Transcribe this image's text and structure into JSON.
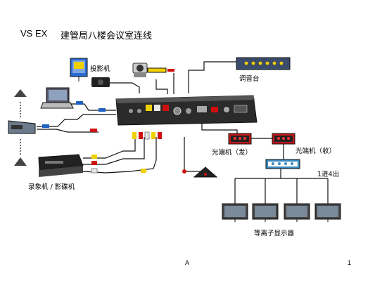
{
  "header": {
    "model": "VS EX",
    "title": "建管局八楼会议室连线"
  },
  "labels": {
    "projector": "投影机",
    "mixer": "调音台",
    "fiber_tx": "光端机（发）",
    "fiber_rx": "光端机（收）",
    "recorder": "录象机 / 影碟机",
    "splitter": "1进4出",
    "plasma": "等离子显示器"
  },
  "footer": {
    "left": "A",
    "right": "1"
  },
  "colors": {
    "cable": "#111111",
    "console_body": "#2b2b2b",
    "rca_yellow": "#f0d000",
    "rca_red": "#d01010",
    "rca_white": "#e8e8e8",
    "network_blue": "#2060c0",
    "fiber_box": "#c01818",
    "splitter_box": "#3a8ac0",
    "screen": "#7a8a9a"
  }
}
